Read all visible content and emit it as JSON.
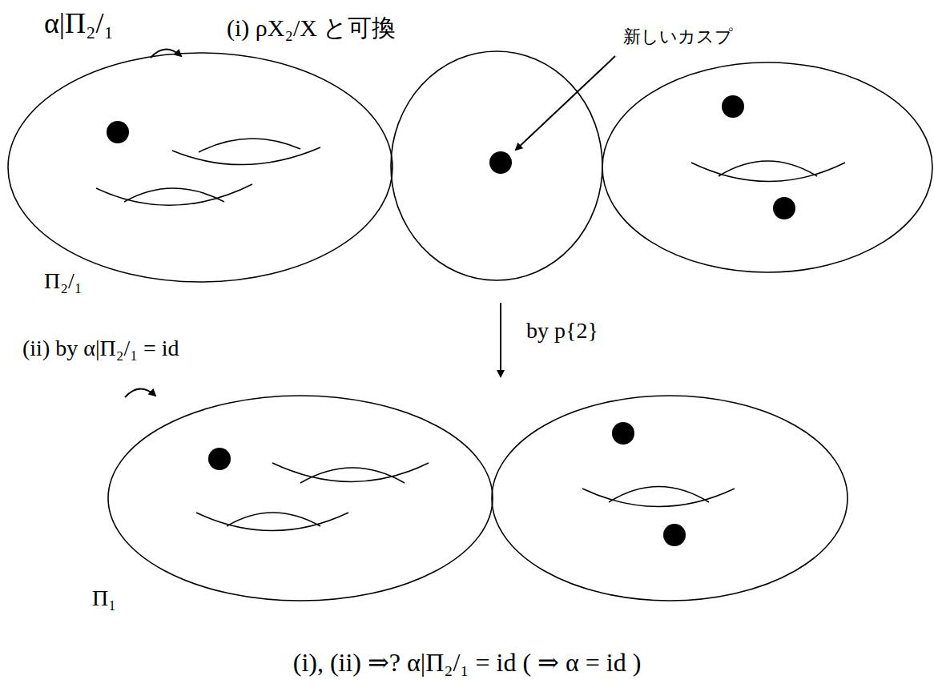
{
  "diagram": {
    "labels": [
      "α|Π₂/₁",
      "(i) ρX₂/X と可換",
      "新しいカスプ",
      "Π₂/₁",
      "by p{2}",
      "(ii) by α|Π₂/₁ = id",
      "Π₁",
      "(i), (ii) ⇒? α|Π₂/₁ = id ( ⇒ α = id )"
    ]
  }
}
